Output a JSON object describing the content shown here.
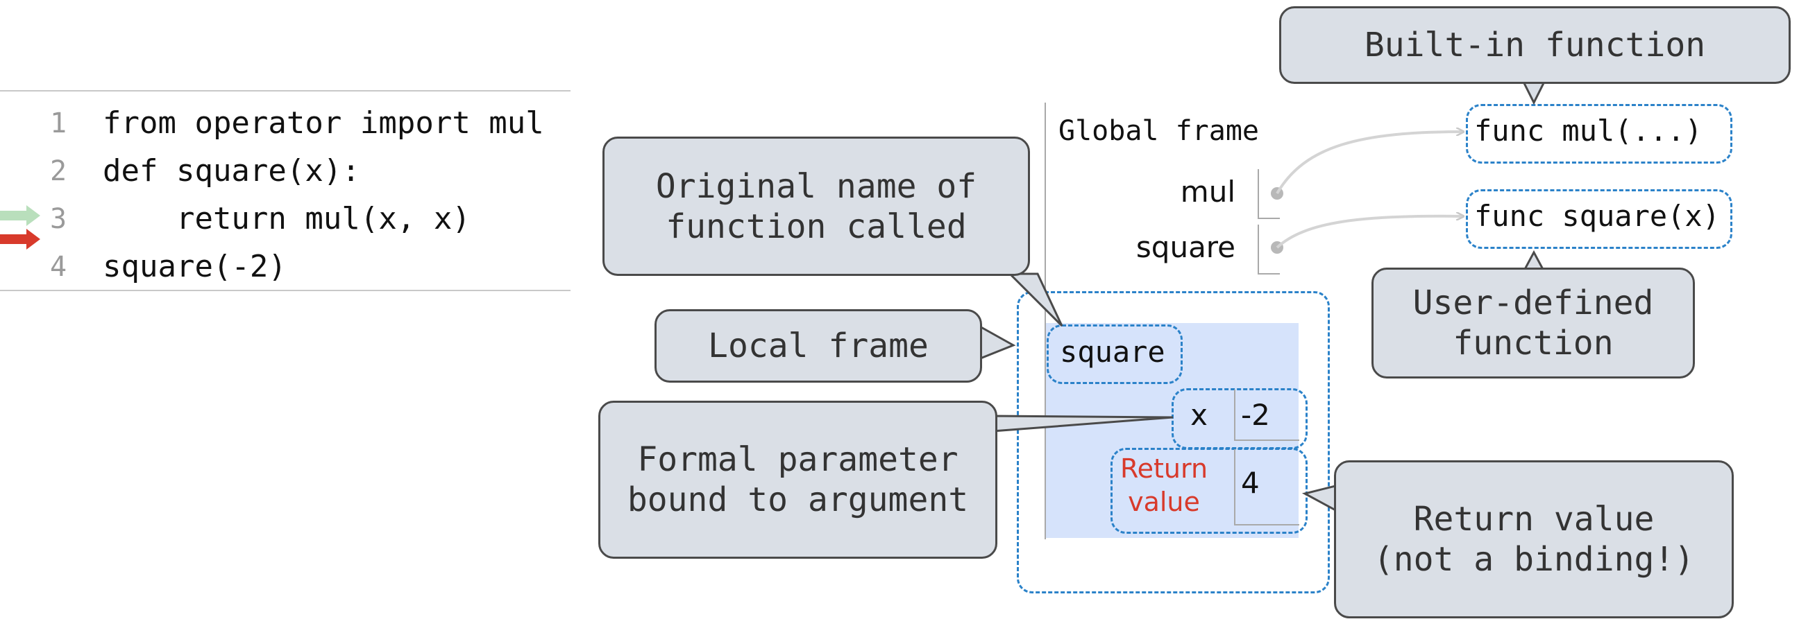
{
  "code": {
    "lines": [
      {
        "num": "1",
        "text": "from operator import mul"
      },
      {
        "num": "2",
        "text": "def square(x):"
      },
      {
        "num": "3",
        "text": "    return mul(x, x)"
      },
      {
        "num": "4",
        "text": "square(-2)"
      }
    ],
    "prev_line_arrow_color": "#b9dfbc",
    "next_line_arrow_color": "#d83a2b"
  },
  "global_frame": {
    "label": "Global frame",
    "vars": [
      {
        "name": "mul"
      },
      {
        "name": "square"
      }
    ]
  },
  "objects": [
    {
      "text": "func mul(...)"
    },
    {
      "text": "func square(x)"
    }
  ],
  "local_frame": {
    "name": "square",
    "params": [
      {
        "name": "x",
        "value": "-2"
      }
    ],
    "return_label_line1": "Return",
    "return_label_line2": "value",
    "return_value": "4"
  },
  "callouts": {
    "builtin": "Built-in function",
    "original_name": "Original name of\nfunction called",
    "local_frame": "Local frame",
    "formal_param": "Formal parameter\nbound to argument",
    "user_defined": "User-defined\nfunction",
    "return_value": "Return value\n(not a binding!)"
  },
  "colors": {
    "callout_fill": "#dadfe6",
    "callout_border": "#4a4a4a",
    "frame_fill": "#d6e3fb",
    "dashed_outline": "#2b82c9",
    "return_label": "#d83a2b"
  }
}
